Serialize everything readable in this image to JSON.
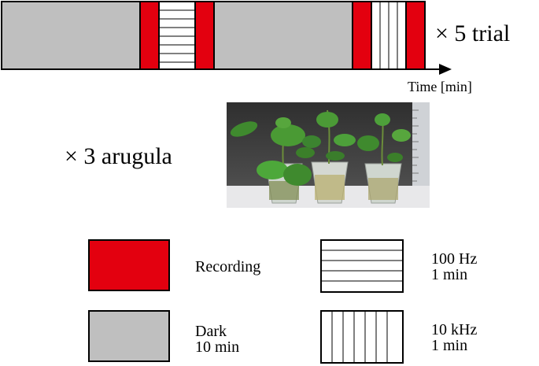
{
  "timeline": {
    "repeat_label": "× 5 trial",
    "time_axis_label": "Time [min]",
    "segments": [
      {
        "kind": "dark"
      },
      {
        "kind": "recording"
      },
      {
        "kind": "hz100"
      },
      {
        "kind": "recording"
      },
      {
        "kind": "dark"
      },
      {
        "kind": "recording"
      },
      {
        "kind": "khz10"
      },
      {
        "kind": "recording"
      }
    ]
  },
  "subjects": {
    "label": "× 3 arugula",
    "photo_icon": "arugula-plants-photo"
  },
  "legend": {
    "recording": {
      "label": "Recording"
    },
    "dark": {
      "line1": "Dark",
      "line2": "10 min"
    },
    "hz100": {
      "line1": "100 Hz",
      "line2": "1 min"
    },
    "khz10": {
      "line1": "10 kHz",
      "line2": "1 min"
    }
  },
  "colors": {
    "recording": "#e3000f",
    "dark": "#bfbfbf",
    "outline": "#000000",
    "background": "#ffffff"
  }
}
